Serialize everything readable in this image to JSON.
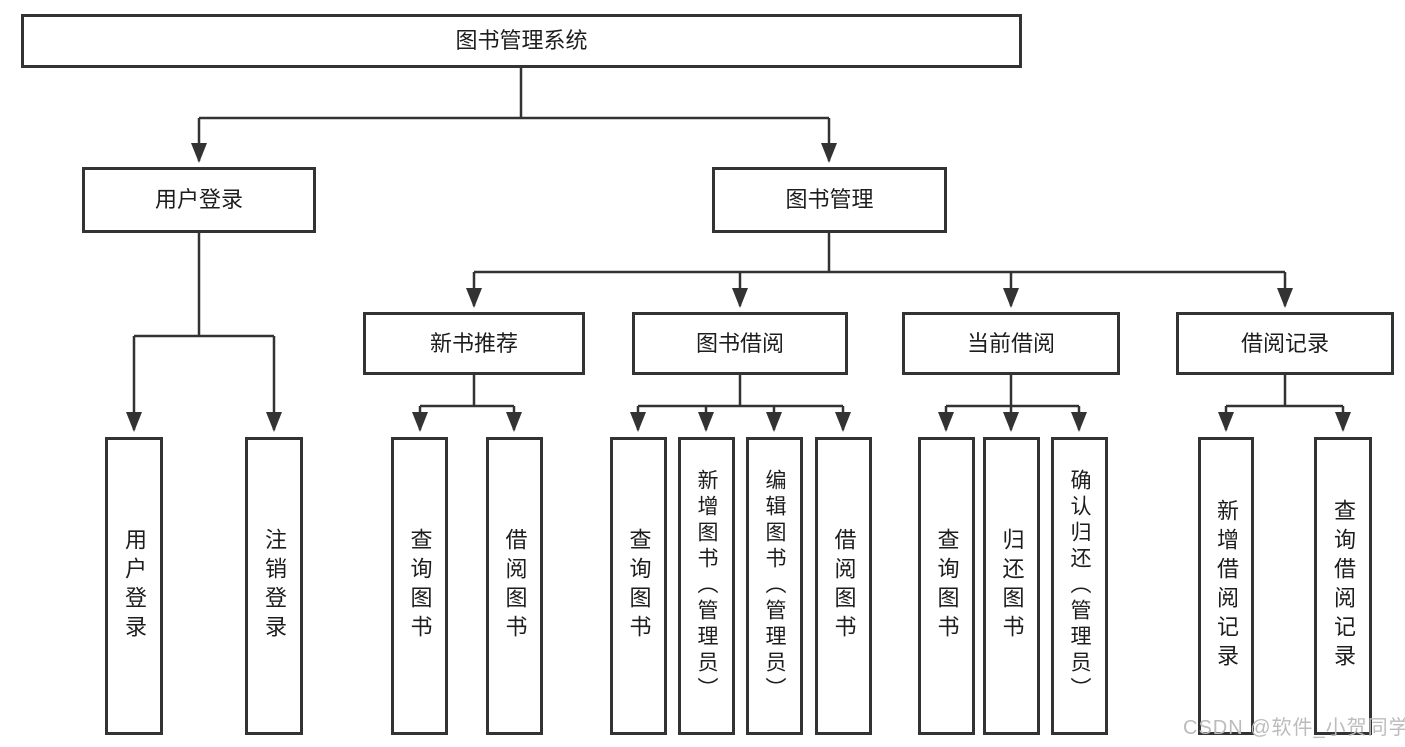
{
  "tree": {
    "label": "图书管理系统",
    "children": [
      {
        "label": "用户登录",
        "children": [
          {
            "label": "用户登录"
          },
          {
            "label": "注销登录"
          }
        ]
      },
      {
        "label": "图书管理",
        "children": [
          {
            "label": "新书推荐",
            "children": [
              {
                "label": "查询图书"
              },
              {
                "label": "借阅图书"
              }
            ]
          },
          {
            "label": "图书借阅",
            "children": [
              {
                "label": "查询图书"
              },
              {
                "label": "新增图书（管理员）"
              },
              {
                "label": "编辑图书（管理员）"
              },
              {
                "label": "借阅图书"
              }
            ]
          },
          {
            "label": "当前借阅",
            "children": [
              {
                "label": "查询图书"
              },
              {
                "label": "归还图书"
              },
              {
                "label": "确认归还（管理员）"
              }
            ]
          },
          {
            "label": "借阅记录",
            "children": [
              {
                "label": "新增借阅记录"
              },
              {
                "label": "查询借阅记录"
              }
            ]
          }
        ]
      }
    ]
  },
  "watermark": {
    "text": "CSDN @软件_小贺同学"
  },
  "colors": {
    "line": "#333333",
    "text": "#1d1d1d",
    "background": "#ffffff",
    "watermark": "#bcbcbc"
  }
}
